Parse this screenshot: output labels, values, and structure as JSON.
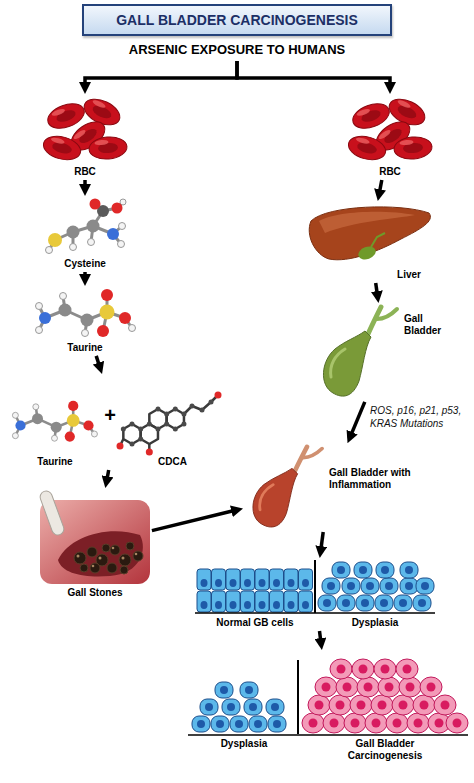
{
  "diagram": {
    "title": "GALL BLADDER CARCINOGENESIS",
    "nodes": [
      {
        "text": [
          "ARSENIC EXPOSURE TO HUMANS"
        ]
      },
      {
        "text": [
          "RBC"
        ]
      },
      {
        "text": [
          "Cysteine"
        ]
      },
      {
        "text": [
          "Taurine"
        ]
      },
      {
        "text": [
          "Taurine",
          "CDCA"
        ]
      },
      {
        "text": [
          "Gall Stones"
        ]
      },
      {
        "text": [
          "RBC"
        ]
      },
      {
        "text": [
          "Liver"
        ]
      },
      {
        "text": [
          "Gall Bladder"
        ]
      },
      {
        "text": [
          "Gall Bladder with Inflammation"
        ]
      },
      {
        "text": [
          "Normal GB cells",
          "Dysplasia"
        ]
      },
      {
        "text": [
          "Dysplasia",
          "Gall Bladder Carcinogenesis"
        ]
      }
    ],
    "edges": [
      {
        "from": 0,
        "to": 1,
        "arrow": "to"
      },
      {
        "from": 0,
        "to": 6,
        "arrow": "to"
      },
      {
        "from": 1,
        "to": 2,
        "arrow": "to"
      },
      {
        "from": 2,
        "to": 3,
        "arrow": "to"
      },
      {
        "from": 3,
        "to": 4,
        "arrow": "to"
      },
      {
        "from": 4,
        "to": 5,
        "arrow": "to"
      },
      {
        "from": 5,
        "to": 9,
        "arrow": "to"
      },
      {
        "from": 6,
        "to": 7,
        "arrow": "to"
      },
      {
        "from": 7,
        "to": 8,
        "arrow": "to"
      },
      {
        "from": 8,
        "to": 9,
        "label": "ROS, p16, p21, p53, KRAS Mutations",
        "arrow": "to"
      },
      {
        "from": 9,
        "to": 10,
        "arrow": "to"
      },
      {
        "from": 10,
        "to": 11,
        "arrow": "to"
      }
    ],
    "labels": [
      "+"
    ]
  }
}
